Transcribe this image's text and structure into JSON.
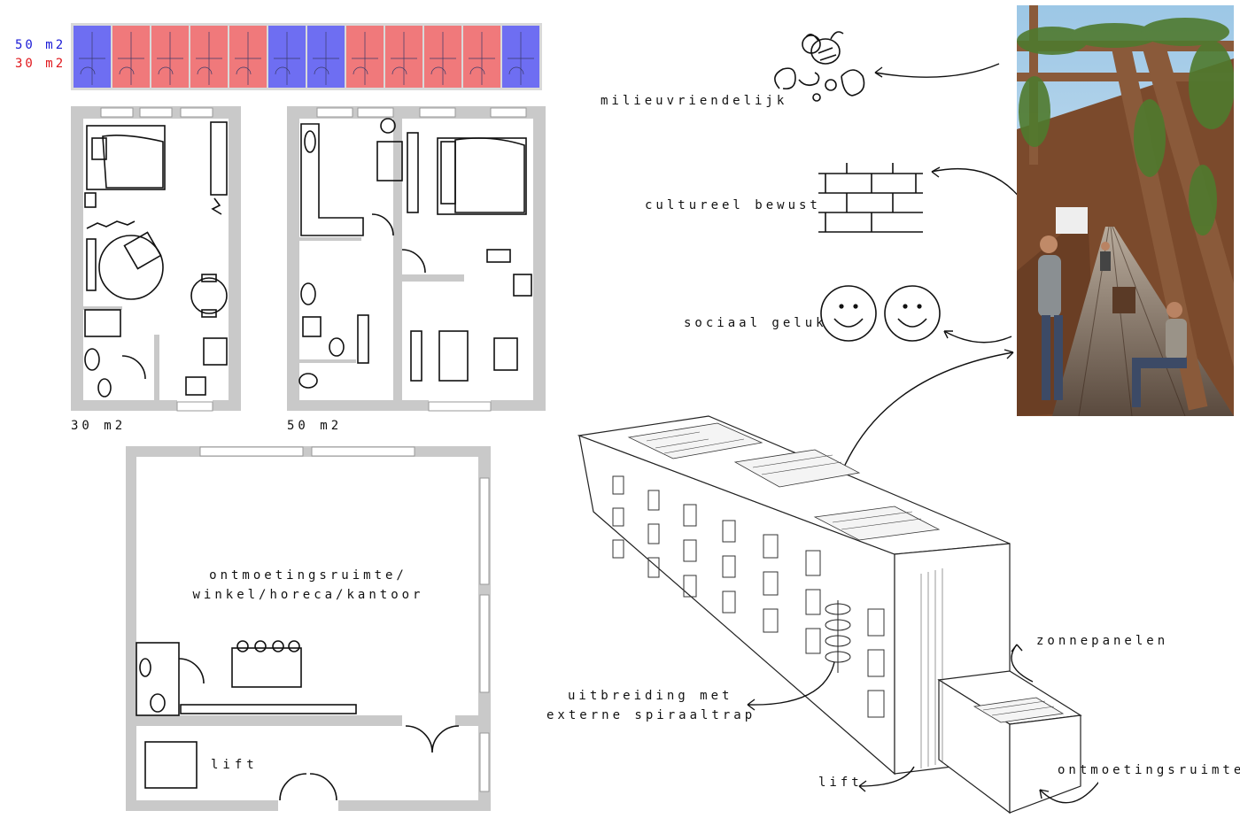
{
  "legend": {
    "unit_50": "50 m2",
    "unit_30": "30 m2",
    "color_50": "#6e6ef2",
    "color_30": "#f0797b"
  },
  "strip_units": [
    "50",
    "30",
    "30",
    "30",
    "30",
    "50",
    "50",
    "30",
    "30",
    "30",
    "30",
    "50"
  ],
  "plans": {
    "plan_30_label": "30 m2",
    "plan_50_label": "50 m2"
  },
  "ground_floor": {
    "main_label_line1": "ontmoetingsruimte/",
    "main_label_line2": "winkel/horeca/kantoor",
    "lift_label": "lift"
  },
  "concepts": {
    "eco": "milieuvriendelijk",
    "culture": "cultureel bewust",
    "social": "sociaal geluk"
  },
  "building_annotations": {
    "solar": "zonnepanelen",
    "extension_line1": "uitbreiding met",
    "extension_line2": "externe spiraaltrap",
    "lift": "lift",
    "meeting": "ontmoetingsruimte"
  },
  "colors": {
    "wall_gray": "#c9c9c9",
    "wood": "#8a5a3a",
    "foliage": "#4f7a2e"
  }
}
